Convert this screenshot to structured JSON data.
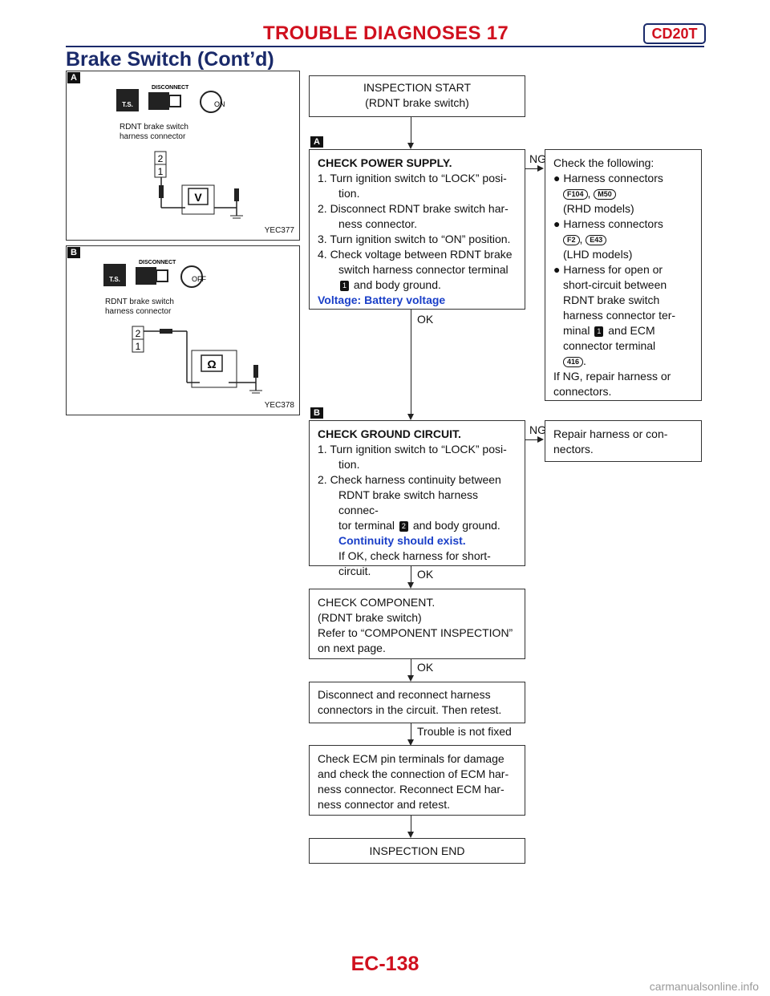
{
  "header": {
    "title": "TROUBLE DIAGNOSES 17",
    "badge": "CD20T",
    "subtitle": "Brake Switch (Cont’d)"
  },
  "figA": {
    "marker": "A",
    "disconnect": "DISCONNECT",
    "ts": "T.S.",
    "key": "ON",
    "label1": "RDNT brake switch",
    "label2": "harness connector",
    "pin2": "2",
    "pin1": "1",
    "meter": "V",
    "code": "YEC377"
  },
  "figB": {
    "marker": "B",
    "disconnect": "DISCONNECT",
    "ts": "T.S.",
    "key": "OFF",
    "label1": "RDNT brake switch",
    "label2": "harness connector",
    "pin2": "2",
    "pin1": "1",
    "meter": "Ω",
    "code": "YEC378"
  },
  "flow": {
    "start_l1": "INSPECTION START",
    "start_l2": "(RDNT brake switch)",
    "markerA": "A",
    "markerB": "B",
    "power": {
      "title": "CHECK POWER SUPPLY.",
      "s1a": "1. Turn ignition switch to “LOCK” posi-",
      "s1b": "tion.",
      "s2a": "2. Disconnect RDNT brake switch har-",
      "s2b": "ness connector.",
      "s3": "3. Turn ignition switch to “ON” position.",
      "s4a": "4. Check voltage between RDNT brake",
      "s4b": "switch harness connector terminal",
      "pin": "1",
      "s4c": "and body ground.",
      "spec": "Voltage: Battery voltage"
    },
    "ng": "NG",
    "ok": "OK",
    "ng1": {
      "head": "Check the following:",
      "b1": "Harness connectors",
      "c1a": "F104",
      "c1b": "M50",
      "rhd": "(RHD models)",
      "b2": "Harness connectors",
      "c2a": "F2",
      "c2b": "E43",
      "lhd": "(LHD models)",
      "b3a": "Harness for open or",
      "b3b": "short-circuit between",
      "b3c": "RDNT brake switch",
      "b3d": "harness connector ter-",
      "b3e": "minal",
      "pin": "1",
      "b3f": "and ECM",
      "b3g": "connector terminal",
      "c3": "416",
      "tail1": "If NG, repair harness or",
      "tail2": "connectors."
    },
    "ground": {
      "title": "CHECK GROUND CIRCUIT.",
      "s1a": "1. Turn ignition switch to “LOCK” posi-",
      "s1b": "tion.",
      "s2a": "2. Check harness continuity between",
      "s2b": "RDNT brake switch harness connec-",
      "s2c": "tor terminal",
      "pin": "2",
      "s2d": "and body ground.",
      "spec": "Continuity should exist.",
      "n1": "If OK, check harness for short-",
      "n2": "circuit."
    },
    "ng2": {
      "l1": "Repair harness or con-",
      "l2": "nectors."
    },
    "component": {
      "l1": "CHECK COMPONENT.",
      "l2": "(RDNT brake switch)",
      "l3": "Refer to “COMPONENT INSPECTION”",
      "l4": "on next page."
    },
    "reconnect": {
      "l1": "Disconnect and reconnect harness",
      "l2": "connectors in the circuit. Then retest."
    },
    "not_fixed": "Trouble is not fixed",
    "ecm": {
      "l1": "Check ECM pin terminals for damage",
      "l2": "and check the connection of ECM har-",
      "l3": "ness connector. Reconnect ECM har-",
      "l4": "ness connector and retest."
    },
    "end": "INSPECTION END"
  },
  "footer": {
    "page": "EC-138",
    "watermark": "carmanualsonline.info"
  }
}
